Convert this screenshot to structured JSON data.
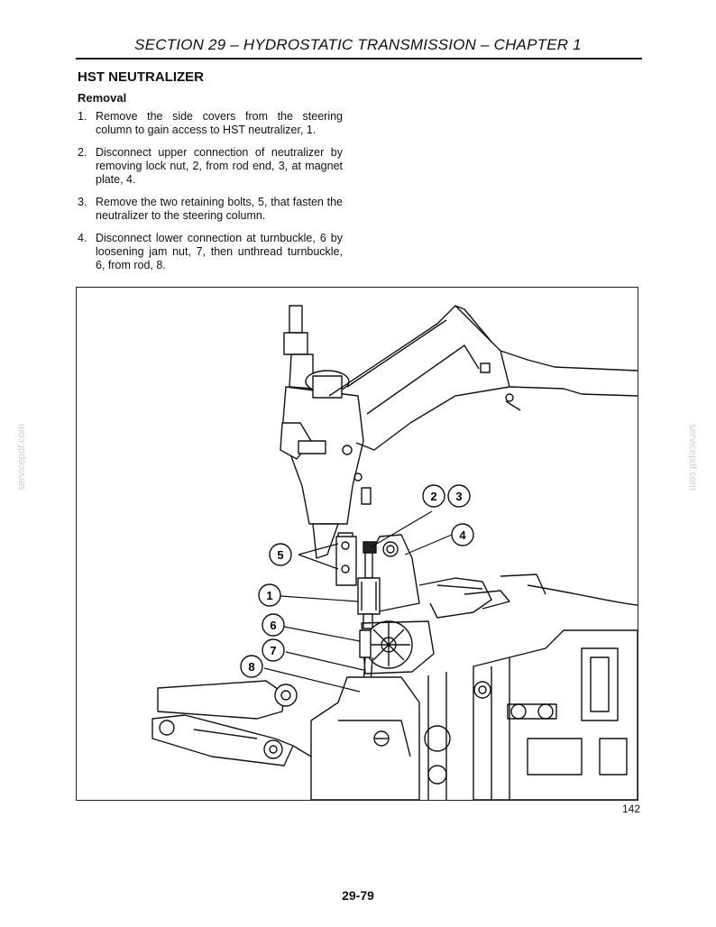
{
  "header": {
    "section": "SECTION 29 – HYDROSTATIC TRANSMISSION – CHAPTER 1"
  },
  "title": "HST NEUTRALIZER",
  "subtitle": "Removal",
  "steps": [
    {
      "num": "1.",
      "text": "Remove the side covers from the steering column to gain access to HST neutralizer, 1."
    },
    {
      "num": "2.",
      "text": "Disconnect upper connection of neutralizer by removing lock nut, 2, from rod end, 3, at magnet plate, 4."
    },
    {
      "num": "3.",
      "text": "Remove the two retaining bolts, 5, that fasten the neutralizer to the steering column."
    },
    {
      "num": "4.",
      "text": "Disconnect lower connection at turnbuckle, 6 by loosening jam nut, 7, then unthread turnbuckle, 6, from rod, 8."
    }
  ],
  "watermark": "servicepdf.com",
  "figure": {
    "callouts": [
      "1",
      "2",
      "3",
      "4",
      "5",
      "6",
      "7",
      "8"
    ],
    "number": "142"
  },
  "page_number": "29-79"
}
